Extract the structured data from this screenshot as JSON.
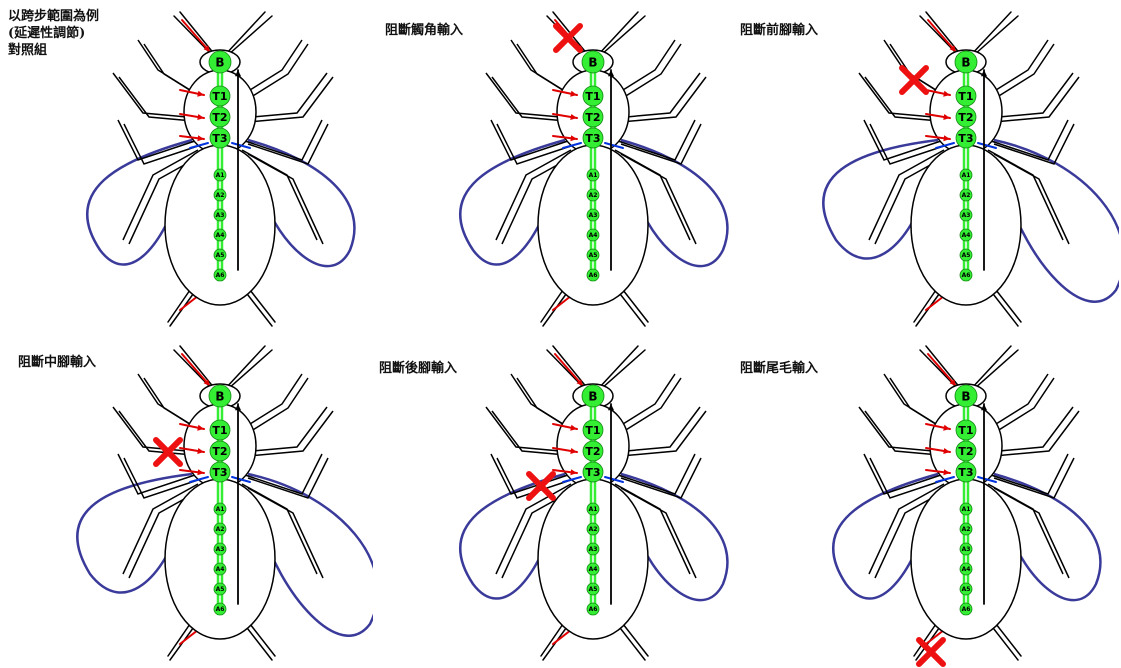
{
  "colors": {
    "nerve_cord": "#33ee33",
    "body_outline": "#000000",
    "wing_outline": "#3a3a9a",
    "sensory_input": "#e00000",
    "blocked_x": "#ee1111",
    "blue_arrow": "#0033dd"
  },
  "segment_labels": {
    "head": "B",
    "thorax": [
      "T1",
      "T2",
      "T3"
    ],
    "abdomen": [
      "A1",
      "A2",
      "A3",
      "A4",
      "A5",
      "A6"
    ]
  },
  "panels": [
    {
      "id": "control",
      "caption": "以跨步範圍為例\n(延遲性調節)\n對照組",
      "blocked": "none",
      "wing_style": "normal"
    },
    {
      "id": "antenna",
      "caption": "阻斷觸角輸入",
      "blocked": "antenna",
      "wing_style": "normal"
    },
    {
      "id": "foreleg",
      "caption": "阻斷前腳輸入",
      "blocked": "foreleg",
      "wing_style": "wide"
    },
    {
      "id": "midleg",
      "caption": "阻斷中腳輸入",
      "blocked": "midleg",
      "wing_style": "wide"
    },
    {
      "id": "hindleg",
      "caption": "阻斷後腳輸入",
      "blocked": "hindleg",
      "wing_style": "normal"
    },
    {
      "id": "cerci",
      "caption": "阻斷尾毛輸入",
      "blocked": "cerci",
      "wing_style": "normal"
    }
  ]
}
